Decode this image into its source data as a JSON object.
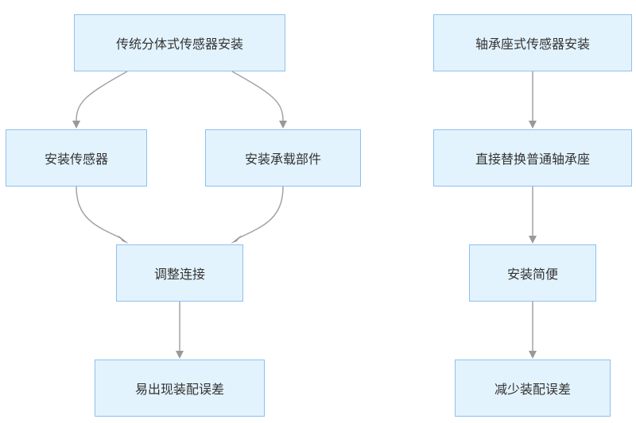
{
  "diagram": {
    "left_branch": {
      "root": "传统分体式传感器安装",
      "step_a": "安装传感器",
      "step_b": "安装承载部件",
      "merge": "调整连接",
      "result": "易出现装配误差"
    },
    "right_branch": {
      "root": "轴承座式传感器安装",
      "step": "直接替换普通轴承座",
      "benefit": "安装简便",
      "result": "减少装配误差"
    },
    "colors": {
      "node_fill": "#e3f3fd",
      "node_border": "#8ec0ef",
      "edge": "#a3a3a3",
      "text": "#333333"
    }
  }
}
